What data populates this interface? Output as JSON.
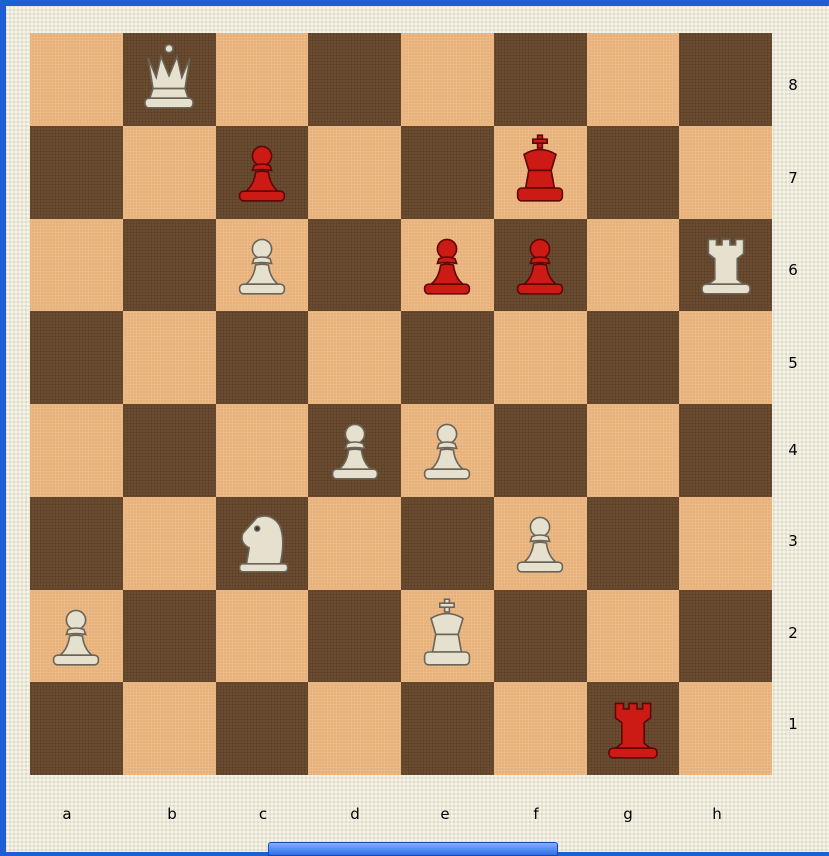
{
  "board": {
    "files": [
      "a",
      "b",
      "c",
      "d",
      "e",
      "f",
      "g",
      "h"
    ],
    "ranks": [
      "8",
      "7",
      "6",
      "5",
      "4",
      "3",
      "2",
      "1"
    ],
    "light_color": "#e6ae74",
    "dark_color": "#6f4f32",
    "white_piece_color": "#e6e0cf",
    "black_piece_color": "#cc1a14",
    "pieces": {
      "b8": {
        "color": "white",
        "type": "queen"
      },
      "c7": {
        "color": "red",
        "type": "pawn"
      },
      "f7": {
        "color": "red",
        "type": "king"
      },
      "c6": {
        "color": "white",
        "type": "pawn"
      },
      "e6": {
        "color": "red",
        "type": "pawn"
      },
      "f6": {
        "color": "red",
        "type": "pawn"
      },
      "h6": {
        "color": "white",
        "type": "rook"
      },
      "d4": {
        "color": "white",
        "type": "pawn"
      },
      "e4": {
        "color": "white",
        "type": "pawn"
      },
      "c3": {
        "color": "white",
        "type": "knight"
      },
      "f3": {
        "color": "white",
        "type": "pawn"
      },
      "a2": {
        "color": "white",
        "type": "pawn"
      },
      "e2": {
        "color": "white",
        "type": "king"
      },
      "g1": {
        "color": "red",
        "type": "rook"
      }
    }
  }
}
